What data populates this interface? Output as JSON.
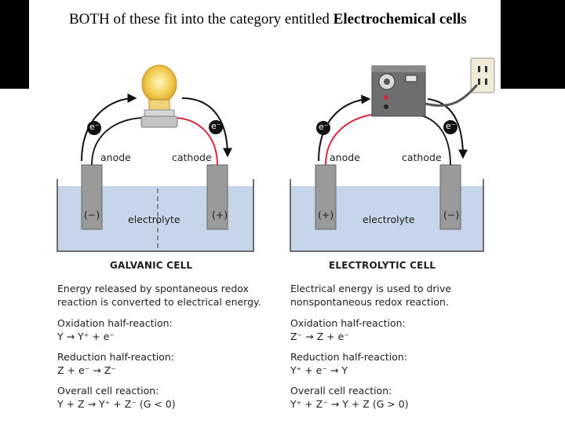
{
  "title": {
    "prefix": "BOTH of these fit into the category entitled ",
    "emphasis": "Electrochemical cells"
  },
  "galvanic": {
    "anode": "anode",
    "cathode": "cathode",
    "electrolyte": "electrolyte",
    "anode_sign": "(−)",
    "cathode_sign": "(+)",
    "electron": "e⁻",
    "heading": "GALVANIC CELL",
    "description": [
      "Energy released by spontaneous redox",
      "reaction is converted to electrical energy."
    ],
    "oxidation_label": "Oxidation half-reaction:",
    "oxidation_eq": "Y → Y⁺ + e⁻",
    "reduction_label": "Reduction half-reaction:",
    "reduction_eq": "Z + e⁻ → Z⁻",
    "overall_label": "Overall cell reaction:",
    "overall_eq": "Y + Z → Y⁺ + Z⁻   (G < 0)"
  },
  "electrolytic": {
    "anode": "anode",
    "cathode": "cathode",
    "electrolyte": "electrolyte",
    "anode_sign": "(+)",
    "cathode_sign": "(−)",
    "electron": "e⁻",
    "heading": "ELECTROLYTIC CELL",
    "description": [
      "Electrical energy is used to drive",
      "nonspontaneous redox reaction."
    ],
    "oxidation_label": "Oxidation half-reaction:",
    "oxidation_eq": "Z⁻ → Z + e⁻",
    "reduction_label": "Reduction half-reaction:",
    "reduction_eq": "Y⁺ + e⁻ → Y",
    "overall_label": "Overall cell reaction:",
    "overall_eq": "Y⁺ + Z⁻ → Y + Z (G > 0)"
  },
  "colors": {
    "electrolyte": "#c7d5ea",
    "electrode": "#9a9a9a",
    "wire_red": "#d6283e",
    "arrow": "#111111",
    "bulb": "#f2c84a"
  }
}
